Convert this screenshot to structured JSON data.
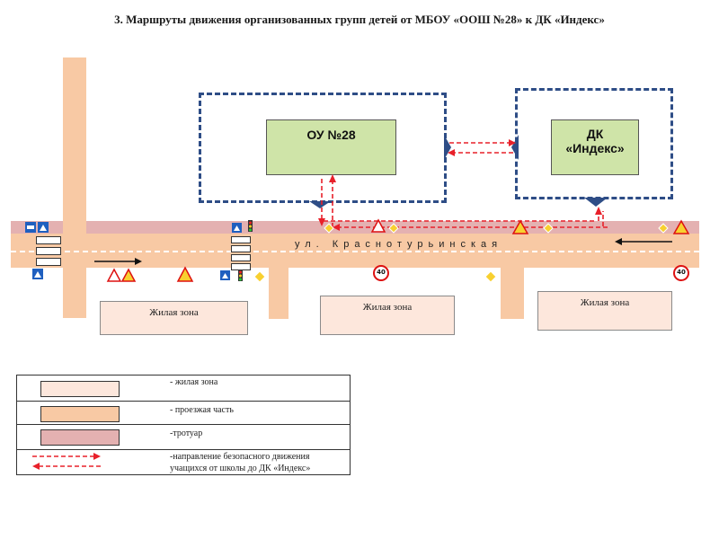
{
  "title": "3. Маршруты движения организованных групп детей от МБОУ «ООШ №28»  к ДК «Индекс»",
  "school": {
    "label": "ОУ   №28"
  },
  "culture_house": {
    "line1": "ДК",
    "line2": "«Индекс»"
  },
  "street": {
    "name": "ул.  Краснотурьинская"
  },
  "zones": [
    "Жилая    зона",
    "Жилая    зона",
    "Жилая    зона"
  ],
  "speed_limit": "40",
  "legend": {
    "living_zone": "-  жилая    зона",
    "roadway": "- проезжая часть",
    "sidewalk": "-тротуар",
    "route_line1": "-направление безопасного движения",
    "route_line2": "учащихся от школы  до ДК «Индекс»"
  },
  "colors": {
    "roadway": "#f8c9a4",
    "sidewalk": "#e4b1b1",
    "living_zone": "#fde7dc",
    "building": "#cfe4a8",
    "boundary": "#2e4d86",
    "route": "#e8202a"
  },
  "icons": [
    "pedestrian-crossing-sign-icon",
    "bus-stop-sign-icon",
    "traffic-light-icon",
    "children-warning-sign-icon",
    "road-works-sign-icon",
    "priority-road-sign-icon",
    "speed-limit-sign-icon",
    "traffic-direction-arrow-icon"
  ]
}
